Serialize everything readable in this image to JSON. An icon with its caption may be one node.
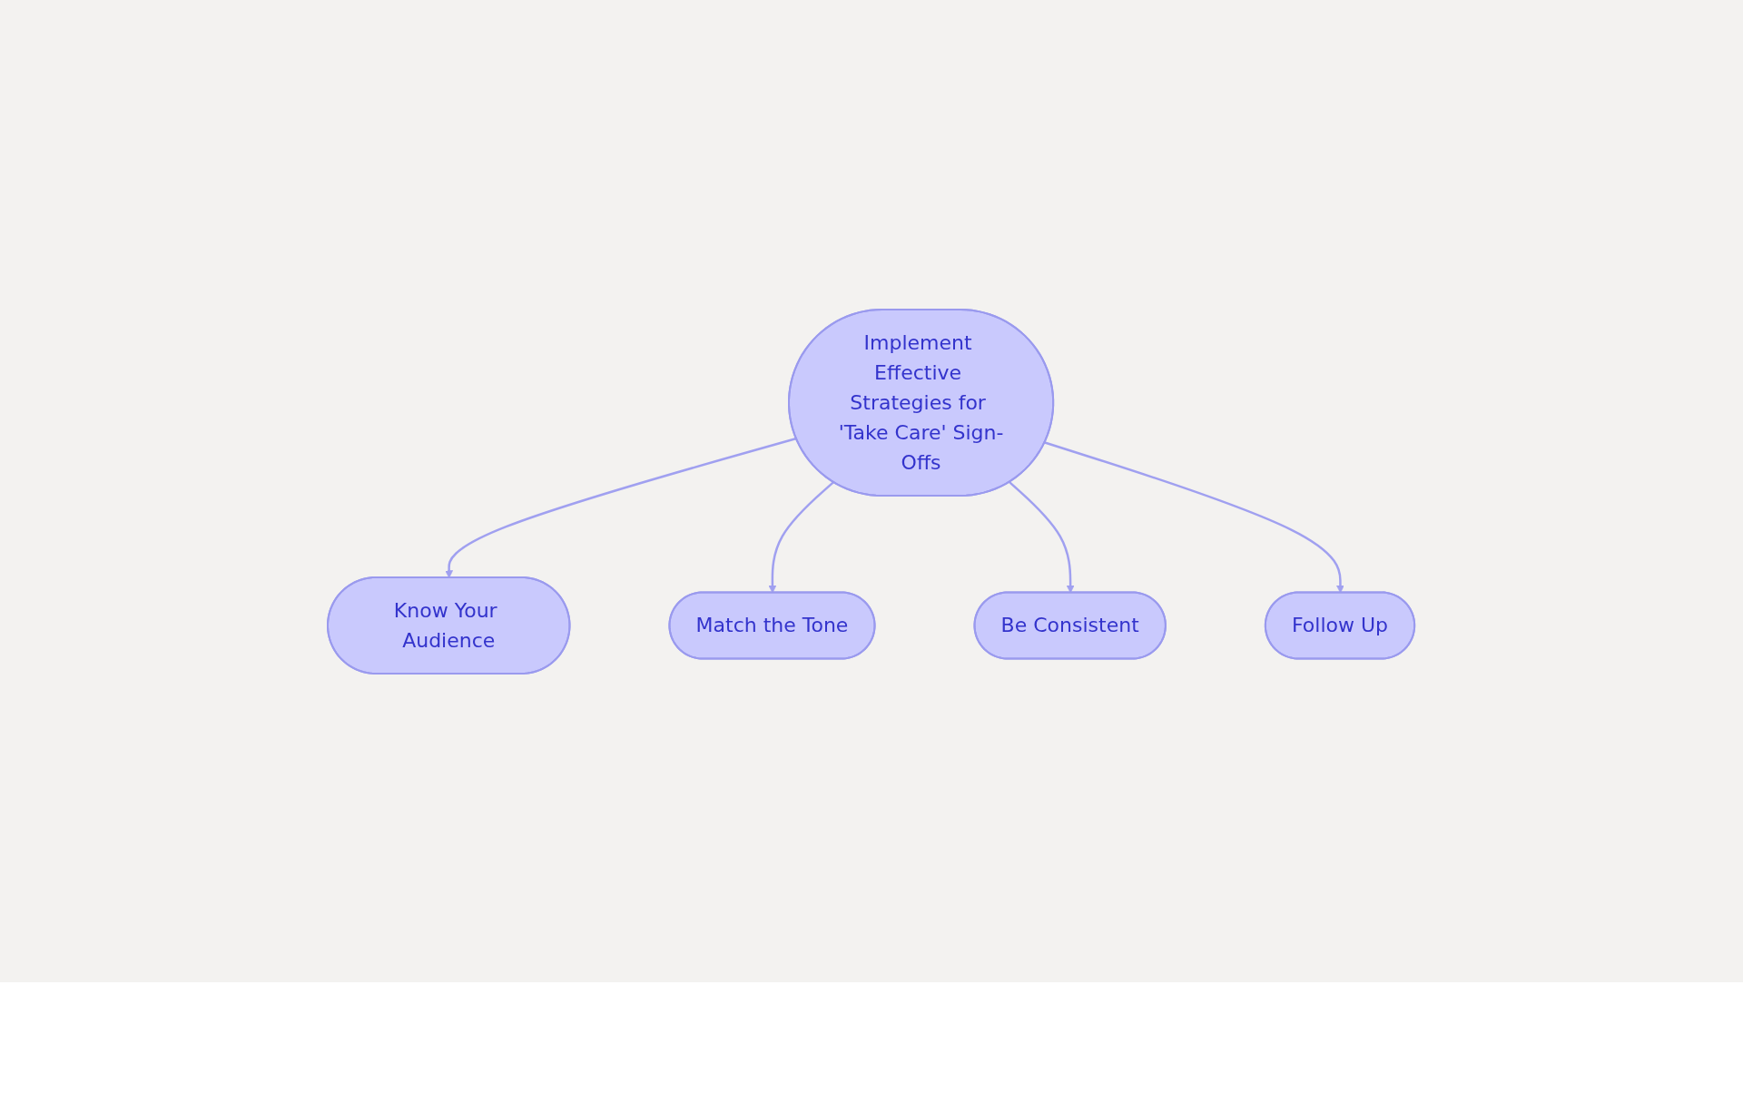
{
  "diagram": {
    "nodes": [
      {
        "text": [
          "Implement Effective Strategies for 'Take Care' Sign-Offs"
        ]
      },
      {
        "text": [
          "Know Your Audience"
        ]
      },
      {
        "text": [
          "Match the Tone"
        ]
      },
      {
        "text": [
          "Be Consistent"
        ]
      },
      {
        "text": [
          "Follow Up"
        ]
      }
    ],
    "edges": [
      {
        "from": 0,
        "to": 1,
        "arrow": "to"
      },
      {
        "from": 0,
        "to": 2,
        "arrow": "to"
      },
      {
        "from": 0,
        "to": 3,
        "arrow": "to"
      },
      {
        "from": 0,
        "to": 4,
        "arrow": "to"
      }
    ]
  }
}
